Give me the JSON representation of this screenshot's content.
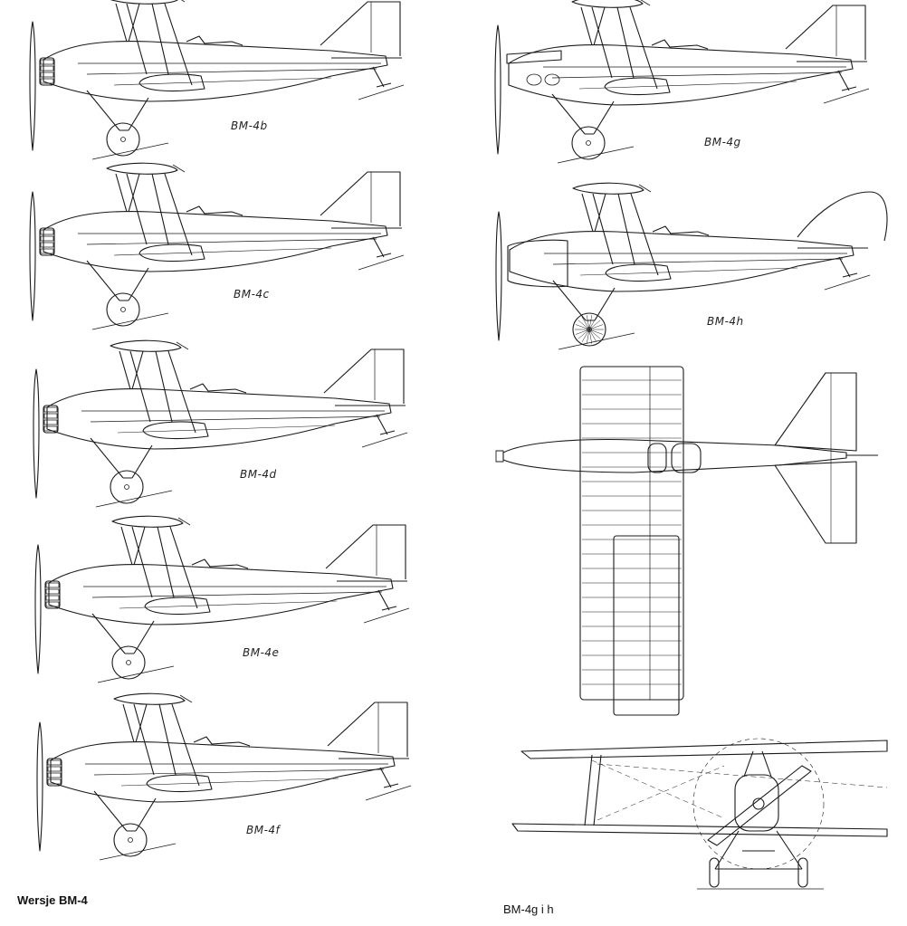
{
  "caption_left": "Wersje BM-4",
  "caption_right": "BM-4g i h",
  "versions": [
    {
      "label": "BM-4b",
      "engine": "radial",
      "tail": "straight"
    },
    {
      "label": "BM-4c",
      "engine": "radial",
      "tail": "straight"
    },
    {
      "label": "BM-4d",
      "engine": "radial",
      "tail": "straight"
    },
    {
      "label": "BM-4e",
      "engine": "radial",
      "tail": "straight"
    },
    {
      "label": "BM-4f",
      "engine": "radial",
      "tail": "straight"
    },
    {
      "label": "BM-4g",
      "engine": "inline",
      "tail": "straight"
    },
    {
      "label": "BM-4h",
      "engine": "cowled",
      "tail": "rounded"
    }
  ],
  "plan_view": {
    "name": "top view BM-4g i h"
  },
  "front_view": {
    "name": "front view BM-4g i h"
  }
}
